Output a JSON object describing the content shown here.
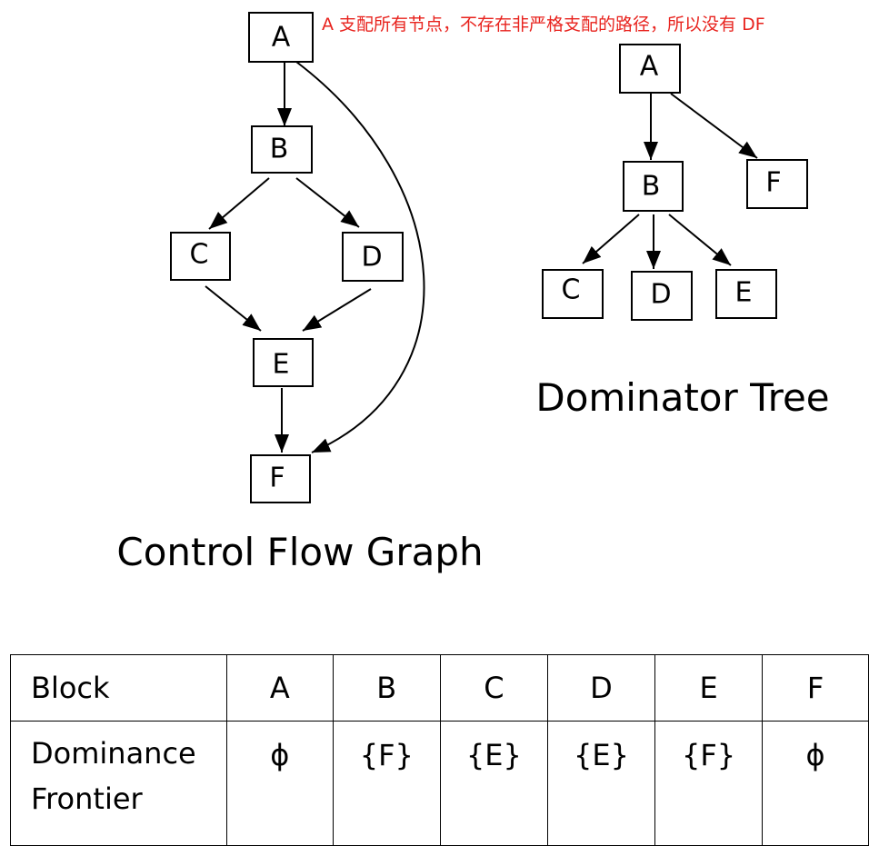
{
  "note": "A 支配所有节点，不存在非严格支配的路径，所以没有 DF",
  "cfg": {
    "caption": "Control Flow Graph",
    "nodes": {
      "A": "A",
      "B": "B",
      "C": "C",
      "D": "D",
      "E": "E",
      "F": "F"
    }
  },
  "tree": {
    "caption": "Dominator Tree",
    "nodes": {
      "A": "A",
      "B": "B",
      "C": "C",
      "D": "D",
      "E": "E",
      "F": "F"
    }
  },
  "table": {
    "row1_label": "Block",
    "row2_label_line1": "Dominance",
    "row2_label_line2": "Frontier",
    "blocks": [
      "A",
      "B",
      "C",
      "D",
      "E",
      "F"
    ],
    "frontiers": [
      "ϕ",
      "{F}",
      "{E}",
      "{E}",
      "{F}",
      "ϕ"
    ]
  }
}
